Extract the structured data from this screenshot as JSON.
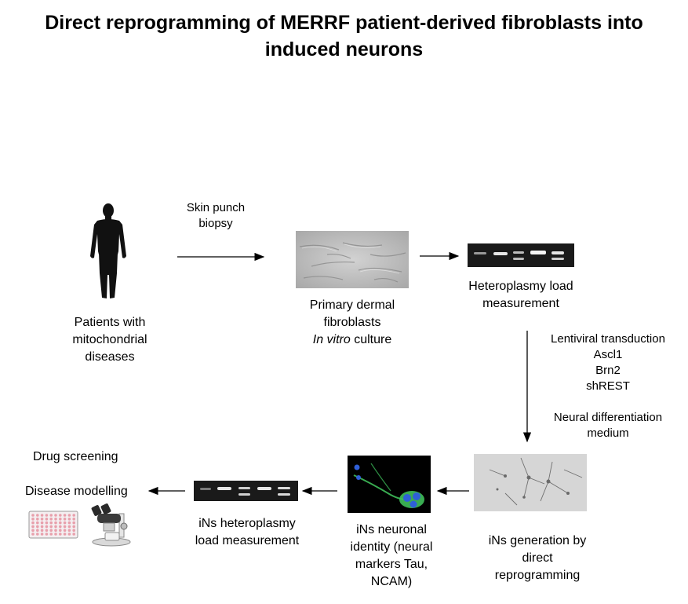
{
  "title": "Direct reprogramming of MERRF patient-derived fibroblasts into induced neurons",
  "steps": {
    "patients": {
      "line1": "Patients with",
      "line2": "mitochondrial",
      "line3": "diseases"
    },
    "biopsy": {
      "line1": "Skin punch",
      "line2": "biopsy"
    },
    "fibroblasts": {
      "line1": "Primary dermal",
      "line2": "fibroblasts",
      "line3_italic": "In vitro",
      "line3_rest": " culture"
    },
    "heteroplasmy": {
      "line1": "Heteroplasmy load",
      "line2": "measurement"
    },
    "transduction": {
      "line1": "Lentiviral transduction",
      "line2": "Ascl1",
      "line3": "Brn2",
      "line4": "shREST"
    },
    "medium": {
      "line1": "Neural differentiation",
      "line2": "medium"
    },
    "ins_generation": {
      "line1": "iNs generation by",
      "line2": "direct",
      "line3": "reprogramming"
    },
    "ins_identity": {
      "line1": "iNs neuronal",
      "line2": "identity (neural",
      "line3": "markers Tau,",
      "line4": "NCAM)"
    },
    "ins_heteroplasmy": {
      "line1": "iNs heteroplasmy",
      "line2": "load measurement"
    },
    "outcomes": {
      "drug": "Drug screening",
      "disease": "Disease modelling"
    }
  },
  "icons": {
    "person": "human-silhouette-icon",
    "microscope": "microscope-icon",
    "plate": "well-plate-icon"
  },
  "colors": {
    "text": "#000000",
    "gel_background": "#1a1a1a",
    "fluorescence_green": "#3fbf5a",
    "fluorescence_blue": "#2f5fd8"
  }
}
